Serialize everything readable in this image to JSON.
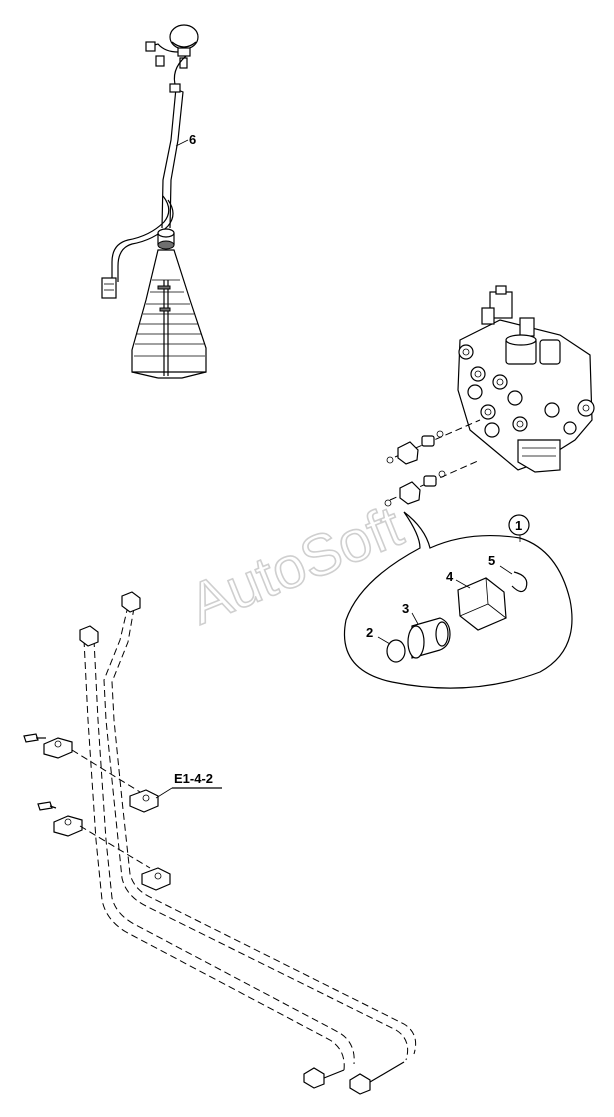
{
  "callouts": {
    "c1": "1",
    "c2": "2",
    "c3": "3",
    "c4": "4",
    "c5": "5",
    "c6": "6"
  },
  "reference": "E1-4-2",
  "watermark": "AutoSoft"
}
